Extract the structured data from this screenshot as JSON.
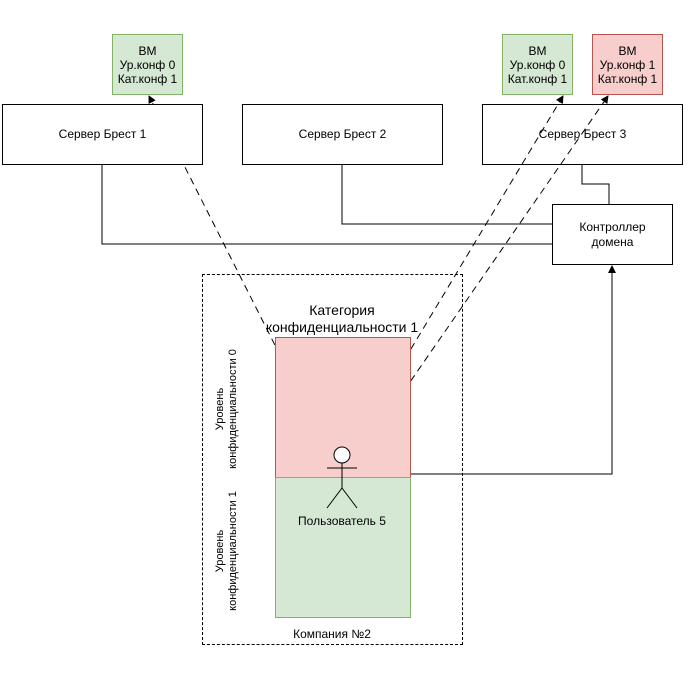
{
  "servers": [
    {
      "id": "brest1",
      "label": "Сервер Брест 1"
    },
    {
      "id": "brest2",
      "label": "Сервер Брест 2"
    },
    {
      "id": "brest3",
      "label": "Сервер Брест 3"
    }
  ],
  "vms": [
    {
      "id": "vm1",
      "title": "ВМ",
      "level": "Ур.конф 0",
      "category": "Кат.конф 1",
      "color": "#d5e8d4"
    },
    {
      "id": "vm2",
      "title": "ВМ",
      "level": "Ур.конф 0",
      "category": "Кат.конф 1",
      "color": "#d5e8d4"
    },
    {
      "id": "vm3",
      "title": "ВМ",
      "level": "Ур.конф 1",
      "category": "Кат.конф 1",
      "color": "#f8cecc"
    }
  ],
  "controller": {
    "label": "Контроллер домена"
  },
  "company": {
    "label": "Компания №2",
    "category_title": "Категория конфиденциальности 1",
    "level0_label": "Уровень конфиденциальности 0",
    "level1_label": "Уровень конфиденциальности 1",
    "level0_color": "#f8cecc",
    "level1_color": "#d5e8d4"
  },
  "user": {
    "label": "Пользователь 5"
  }
}
